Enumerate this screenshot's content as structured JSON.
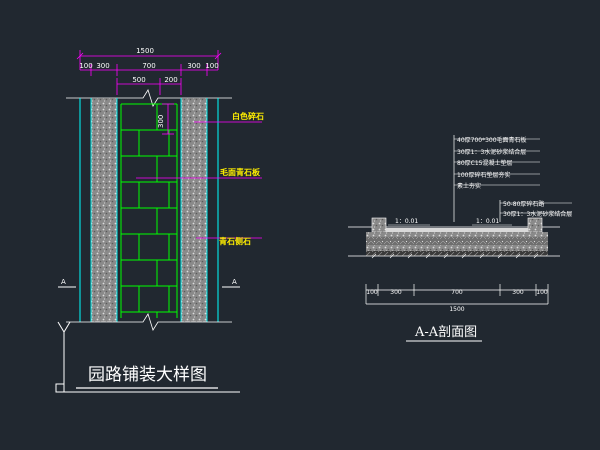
{
  "plan": {
    "dim_total": "1500",
    "dim_row2": [
      "100",
      "300",
      "700",
      "300",
      "100"
    ],
    "dim_row3": [
      "500",
      "200"
    ],
    "dim_vertical": "300",
    "label_white_stone": "白色碎石",
    "label_rough_granite": "毛面青石板",
    "label_bluestone_curb": "青石侧石",
    "section_mark": "A",
    "title": "园路铺装大样图"
  },
  "section": {
    "layers": [
      "40厚700*300毛面青石板",
      "30厚1：3水泥砂浆结合层",
      "80厚C15混凝土垫层",
      "100厚碎石垫层夯实",
      "素土夯实"
    ],
    "edge_layers": [
      "50-80厚碎石路",
      "30厚1：3水泥砂浆结合层"
    ],
    "slope_left": "1：0.01",
    "slope_right": "1：0.01",
    "dims": [
      "100",
      "300",
      "700",
      "300",
      "100"
    ],
    "dim_total": "1500",
    "title": "A-A剖面图"
  },
  "colors": {
    "background": "#212830",
    "line": "#ffffff",
    "brick": "#00ff00",
    "cyan": "#00ffff",
    "magenta": "#ff00ff",
    "label": "#ffee00"
  }
}
